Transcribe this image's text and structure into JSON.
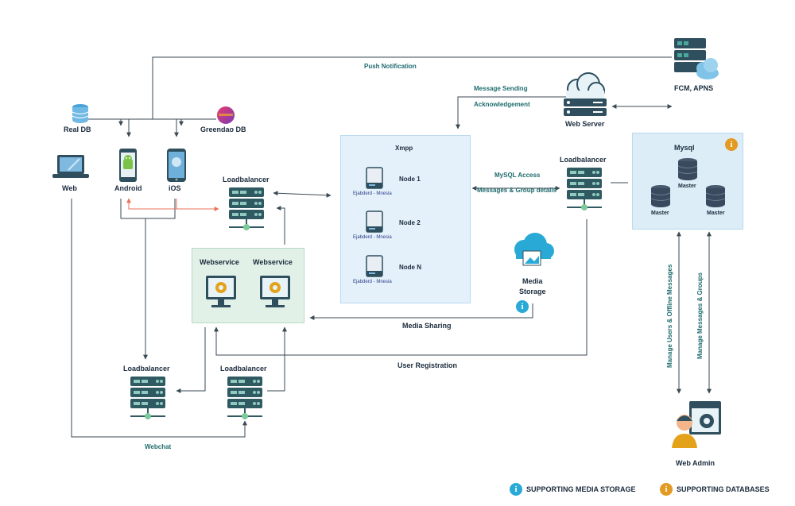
{
  "labels": {
    "push_notification": "Push Notification",
    "message_sending": "Message Sending",
    "acknowledgement": "Acknowledgement",
    "fcm_apns": "FCM, APNS",
    "web_server": "Web Server",
    "real_db": "Real DB",
    "greendao_db": "Greendao DB",
    "web": "Web",
    "android": "Android",
    "ios": "iOS",
    "loadbalancer": "Loadbalancer",
    "xmpp": "Xmpp",
    "node1": "Node 1",
    "node2": "Node 2",
    "noden": "Node N",
    "ejabberd": "Ejabderd - Mnesia",
    "mysql_access": "MySQL Access",
    "messages_group_details": "Messages & Group details",
    "mysql": "Mysql",
    "master": "Master",
    "webservice": "Webservice",
    "media_storage": "Media\nStorage",
    "media_sharing": "Media Sharing",
    "user_registration": "User Registration",
    "webchat": "Webchat",
    "manage_users": "Manage Users & Offline Messages",
    "manage_messages": "Manage Messages & Groups",
    "web_admin": "Web Admin",
    "info_glyph": "i"
  },
  "legend": [
    {
      "text": "SUPPORTING MEDIA STORAGE",
      "color": "#29a9d6"
    },
    {
      "text": "SUPPORTING DATABASES",
      "color": "#e39a22"
    }
  ],
  "colors": {
    "server_dark": "#2f4f5e",
    "server_teal": "#3f8a8a",
    "accent_green": "#7cc99a",
    "cloud_blue": "#29a9d6",
    "arrow": "#3a4a55",
    "arrow_red": "#e8735a",
    "android_green": "#7cc34a"
  }
}
